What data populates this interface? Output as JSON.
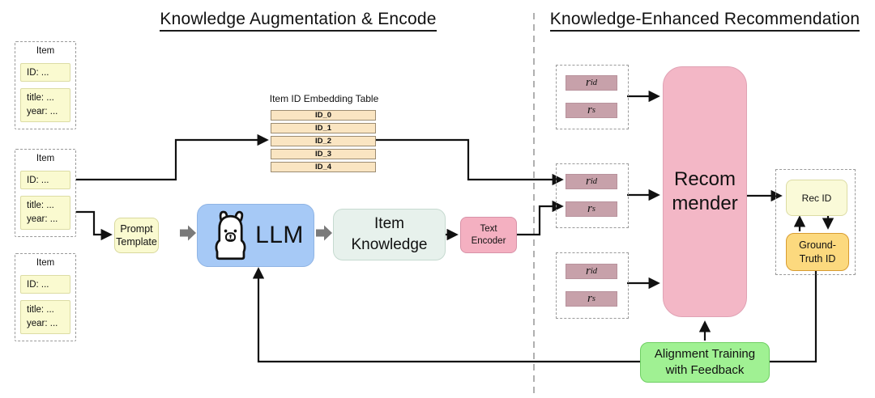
{
  "section_titles": {
    "left": "Knowledge Augmentation & Encode",
    "right": "Knowledge-Enhanced Recommendation"
  },
  "item_cards": [
    {
      "label": "Item",
      "id_field": "ID: ...",
      "title_field": "title: ...",
      "year_field": "year: ..."
    },
    {
      "label": "Item",
      "id_field": "ID: ...",
      "title_field": "title: ...",
      "year_field": "year: ..."
    },
    {
      "label": "Item",
      "id_field": "ID: ...",
      "title_field": "title: ...",
      "year_field": "year: ..."
    }
  ],
  "embedding_table": {
    "title": "Item ID Embedding Table",
    "rows": [
      "ID_0",
      "ID_1",
      "ID_2",
      "ID_3",
      "ID_4"
    ]
  },
  "pipeline": {
    "prompt_template": {
      "line1": "Prompt",
      "line2": "Template"
    },
    "llm": {
      "label": "LLM",
      "icon": "llama-icon"
    },
    "item_knowledge": {
      "line1": "Item",
      "line2": "Knowledge"
    },
    "text_encoder": {
      "line1": "Text",
      "line2": "Encoder"
    }
  },
  "recommender": {
    "line1": "Recom",
    "line2": "mender"
  },
  "embedding_groups": [
    {
      "rid": {
        "base": "r",
        "sub": "id"
      },
      "rs": {
        "base": "r",
        "sub": "s"
      }
    },
    {
      "rid": {
        "base": "r",
        "sub": "id"
      },
      "rs": {
        "base": "r",
        "sub": "s"
      }
    },
    {
      "rid": {
        "base": "r",
        "sub": "id"
      },
      "rs": {
        "base": "r",
        "sub": "s"
      }
    }
  ],
  "output_block": {
    "rec_id": "Rec ID",
    "ground_truth": {
      "line1": "Ground-",
      "line2": "Truth ID"
    }
  },
  "alignment_box": {
    "line1": "Alignment Training",
    "line2": "with Feedback"
  },
  "colors": {
    "box_yellow": "#FAFAD0",
    "table_row_orange": "#FAE5C2",
    "llm_blue": "#A6C9F6",
    "knowledge_mint": "#E7F1EC",
    "encoder_pink": "#F4B0C1",
    "recommender_pink": "#F3B7C6",
    "embedding_mauve": "#C7A1AA",
    "alignment_green": "#A0F193",
    "ground_truth_gold": "#FCD97E",
    "block_arrow_gray": "#7A7A7A"
  }
}
